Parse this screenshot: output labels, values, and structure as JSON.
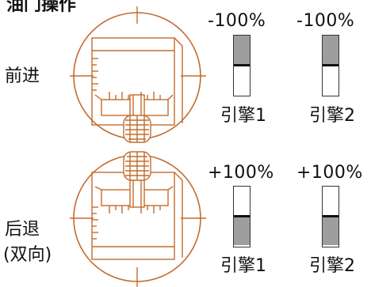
{
  "title": "油门操作",
  "colors": {
    "lever": "#c36b2e",
    "fill": "#9e9e9e",
    "outline": "#333333"
  },
  "forward": {
    "label": "前进",
    "engines": [
      {
        "label": "引擎1",
        "percent": "-100%",
        "level": -1.0
      },
      {
        "label": "引擎2",
        "percent": "-100%",
        "level": -1.0
      }
    ]
  },
  "reverse": {
    "label_line1": "后退",
    "label_line2": "(双向)",
    "engines": [
      {
        "label": "引擎1",
        "percent": "+100%",
        "level": 1.0
      },
      {
        "label": "引擎2",
        "percent": "+100%",
        "level": 1.0
      }
    ]
  }
}
